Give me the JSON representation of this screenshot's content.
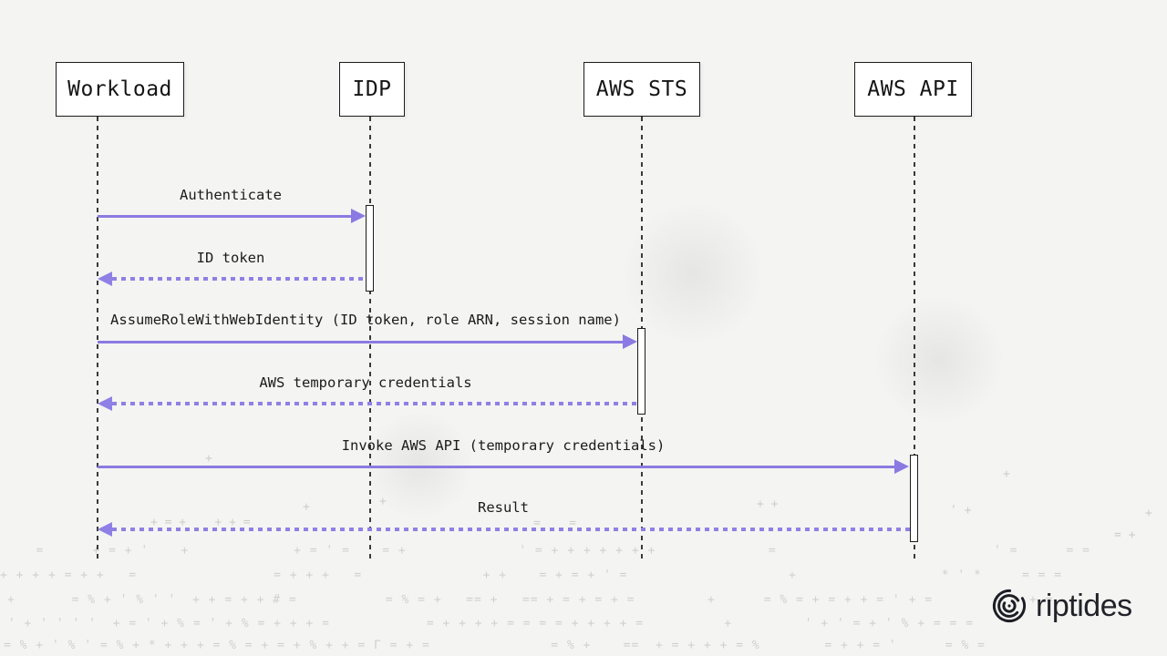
{
  "page": {
    "background": "#f4f4f2"
  },
  "accent": {
    "solid_arrow": "#8b7ae2",
    "dashed_arrow": "#8f80e5",
    "line_dark": "#1c1c1c"
  },
  "diagram": {
    "type": "sequence-diagram",
    "participants": [
      {
        "label": "Workload"
      },
      {
        "label": "IDP"
      },
      {
        "label": "AWS STS"
      },
      {
        "label": "AWS API"
      }
    ],
    "messages": [
      {
        "label": "Authenticate",
        "from": "Workload",
        "to": "IDP",
        "style": "solid"
      },
      {
        "label": "ID token",
        "from": "IDP",
        "to": "Workload",
        "style": "dashed"
      },
      {
        "label": "AssumeRoleWithWebIdentity (ID token, role ARN, session name)",
        "from": "Workload",
        "to": "AWS STS",
        "style": "solid"
      },
      {
        "label": "AWS temporary credentials",
        "from": "AWS STS",
        "to": "Workload",
        "style": "dashed"
      },
      {
        "label": "Invoke AWS API (temporary credentials)",
        "from": "Workload",
        "to": "AWS API",
        "style": "solid"
      },
      {
        "label": "Result",
        "from": "AWS API",
        "to": "Workload",
        "style": "dashed"
      }
    ]
  },
  "brand": {
    "wordmark": "riptides"
  },
  "texture": {
    "rows": [
      "  =      + = + '    +             + = ' =    = +              ' = + + + + + + +              =                           ' =      = =",
      "+ + + + = + +   =                 = + + +   =               + +    = + = + ' =                    +                  * ' *     = = =",
      "+       = % + ' % ' '  + + = + + # =           = % = +   == +   == + = + = + =         +      = % = + = + + = ' + =        = + + =",
      " ' + ' ' ' '  + = ' + % = ' + % = + + + =            = + + + + = = = = + + + + =          +         ' + ' = + ' % + = = =",
      "= % + ' % ' = % + * + + + = % = + = + % + + = Γ = + =               = % +    ==  + = + + + = %        = + + = '      = % ="
    ],
    "scatter": [
      "+",
      "+",
      "+",
      "+ +",
      "+",
      "' +",
      "+",
      "= +",
      "+ = +    + + =",
      "=    ="
    ]
  }
}
